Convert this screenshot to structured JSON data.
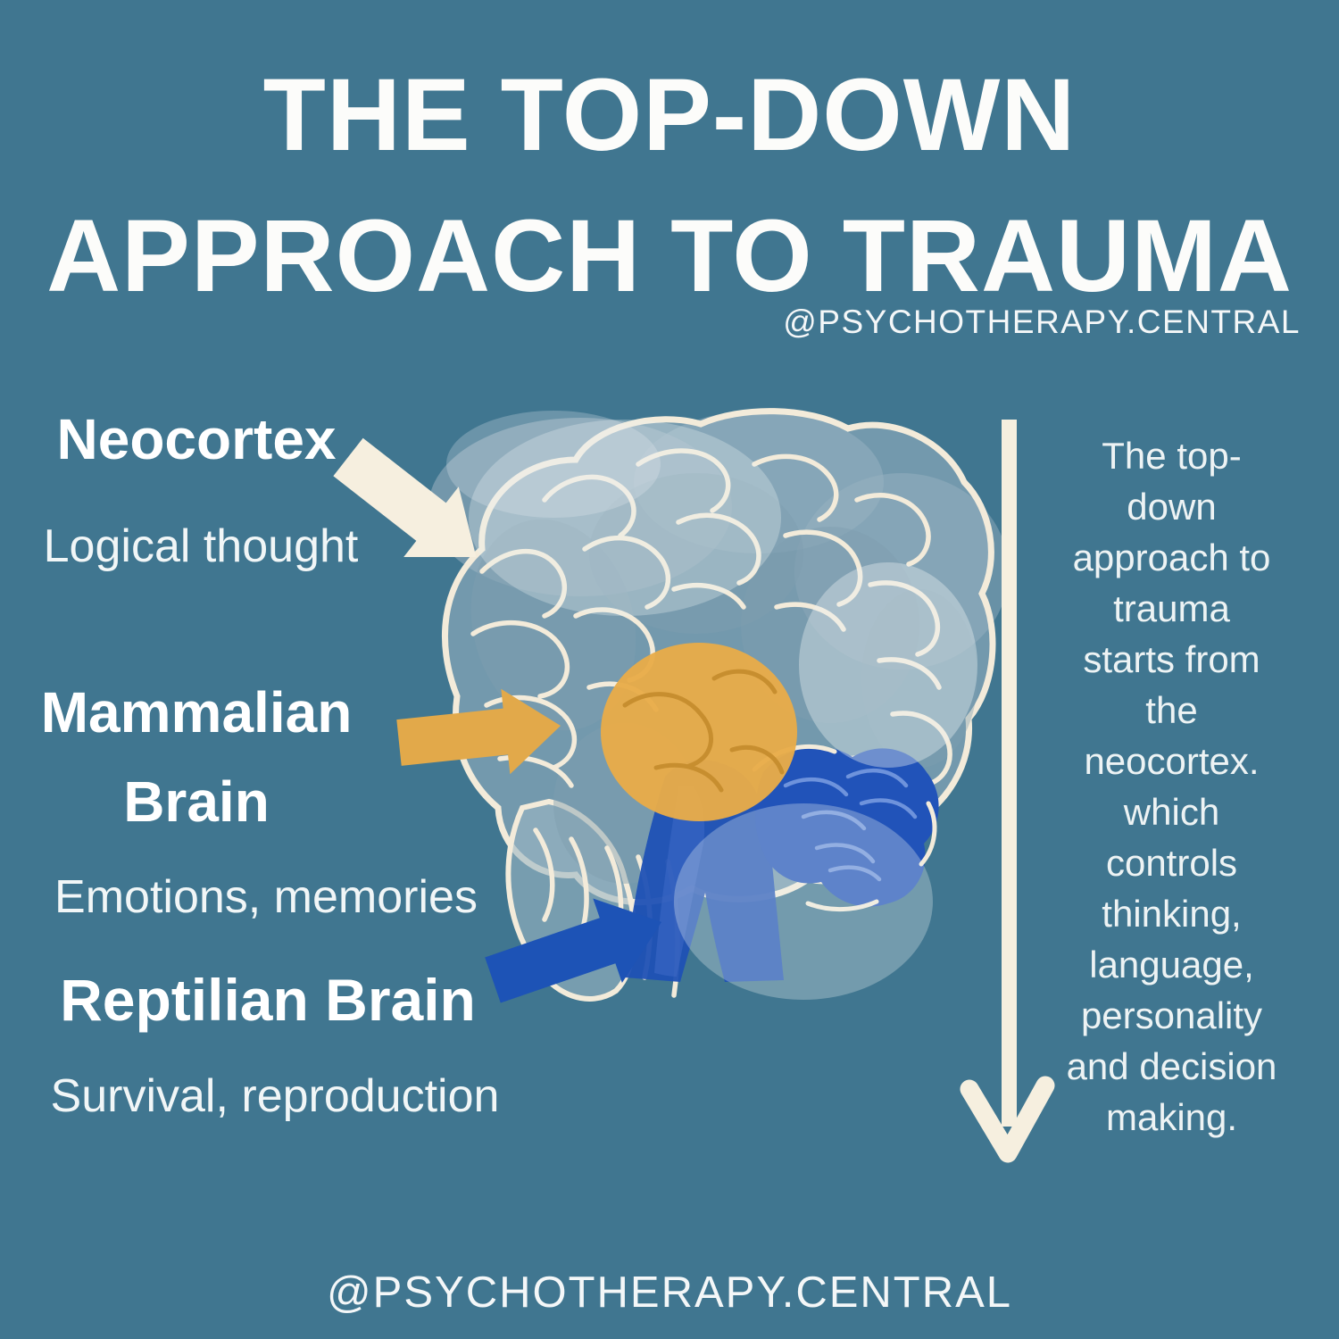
{
  "meta": {
    "background_color": "#407690",
    "accent_cream": "#F6EFDF",
    "accent_yellow": "#E2A94A",
    "accent_royal_blue": "#1D53B6",
    "text_white": "#FFFFFF"
  },
  "title": {
    "text": "THE TOP-DOWN APPROACH TO TRAUMA",
    "lines": [
      "THE TOP-DOWN",
      "APPROACH TO TRAUMA"
    ]
  },
  "credit_top": "@PSYCHOTHERAPY.CENTRAL",
  "credit_bottom": "@PSYCHOTHERAPY.CENTRAL",
  "brain_labels": {
    "neocortex": {
      "heading": "Neocortex",
      "description": "Logical thought",
      "arrow_color": "#F6EFDF"
    },
    "mammalian": {
      "heading": "Mammalian Brain",
      "heading_lines": [
        "Mammalian",
        "Brain"
      ],
      "description": "Emotions, memories",
      "arrow_color": "#E2A94A"
    },
    "reptilian": {
      "heading": "Reptilian Brain",
      "description": "Survival, reproduction",
      "arrow_color": "#1D53B6"
    }
  },
  "side_note": {
    "full_text": "The top-down approach to trauma starts from the neocortex. which controls thinking, language, personality and decision making.",
    "lines": [
      "The top-",
      "down",
      "approach to",
      "trauma",
      "starts from",
      "the",
      "neocortex.",
      "which",
      "controls",
      "thinking,",
      "language,",
      "personality",
      "and decision",
      "making."
    ]
  },
  "brain_regions": {
    "cortex_fill": "#9DB7C4",
    "mammalian_region_fill": "#E8AC49",
    "reptilian_region_fill": "#1F51B5",
    "sketch_line": "#F3EBDA"
  }
}
